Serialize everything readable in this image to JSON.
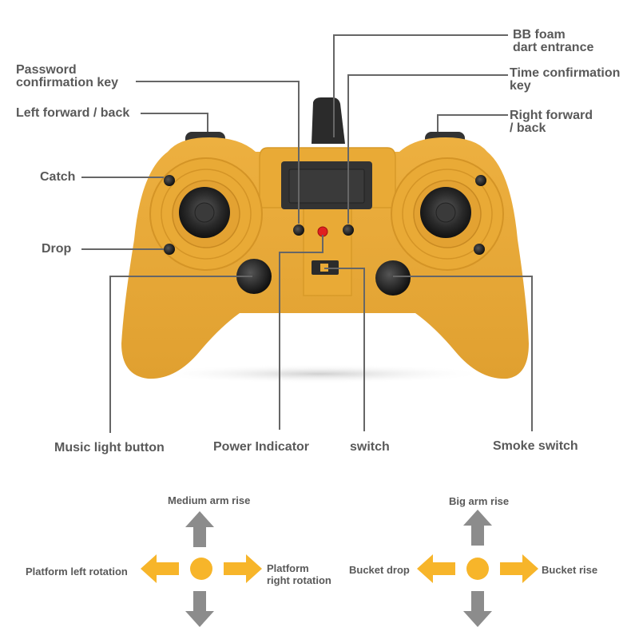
{
  "colors": {
    "body": "#E8A838",
    "body_shadow": "#C98A22",
    "line": "#666666",
    "text": "#595959",
    "arrow_yellow": "#F7B52A",
    "arrow_gray": "#8C8C8C",
    "indicator": "#E02020"
  },
  "controller_labels": {
    "bb_foam": [
      "BB foam",
      "dart entrance"
    ],
    "password_key": [
      "Password",
      "confirmation key"
    ],
    "time_key": [
      "Time confirmation",
      "key"
    ],
    "left_forward": "Left forward / back",
    "right_forward": [
      "Right forward",
      "/ back"
    ],
    "catch": "Catch",
    "drop": "Drop",
    "music_light": "Music light button",
    "power_indicator": "Power Indicator",
    "switch": "switch",
    "smoke_switch": "Smoke switch"
  },
  "left_stick_diagram": {
    "up": "Medium arm rise",
    "left": "Platform left rotation",
    "right": [
      "Platform",
      "right rotation"
    ]
  },
  "right_stick_diagram": {
    "up": "Big arm rise",
    "left": "Bucket drop",
    "right": "Bucket rise"
  },
  "icons": {
    "left_joystick": "joystick-icon",
    "right_joystick": "joystick-icon",
    "antenna": "antenna-icon",
    "display": "lcd-display-icon"
  }
}
